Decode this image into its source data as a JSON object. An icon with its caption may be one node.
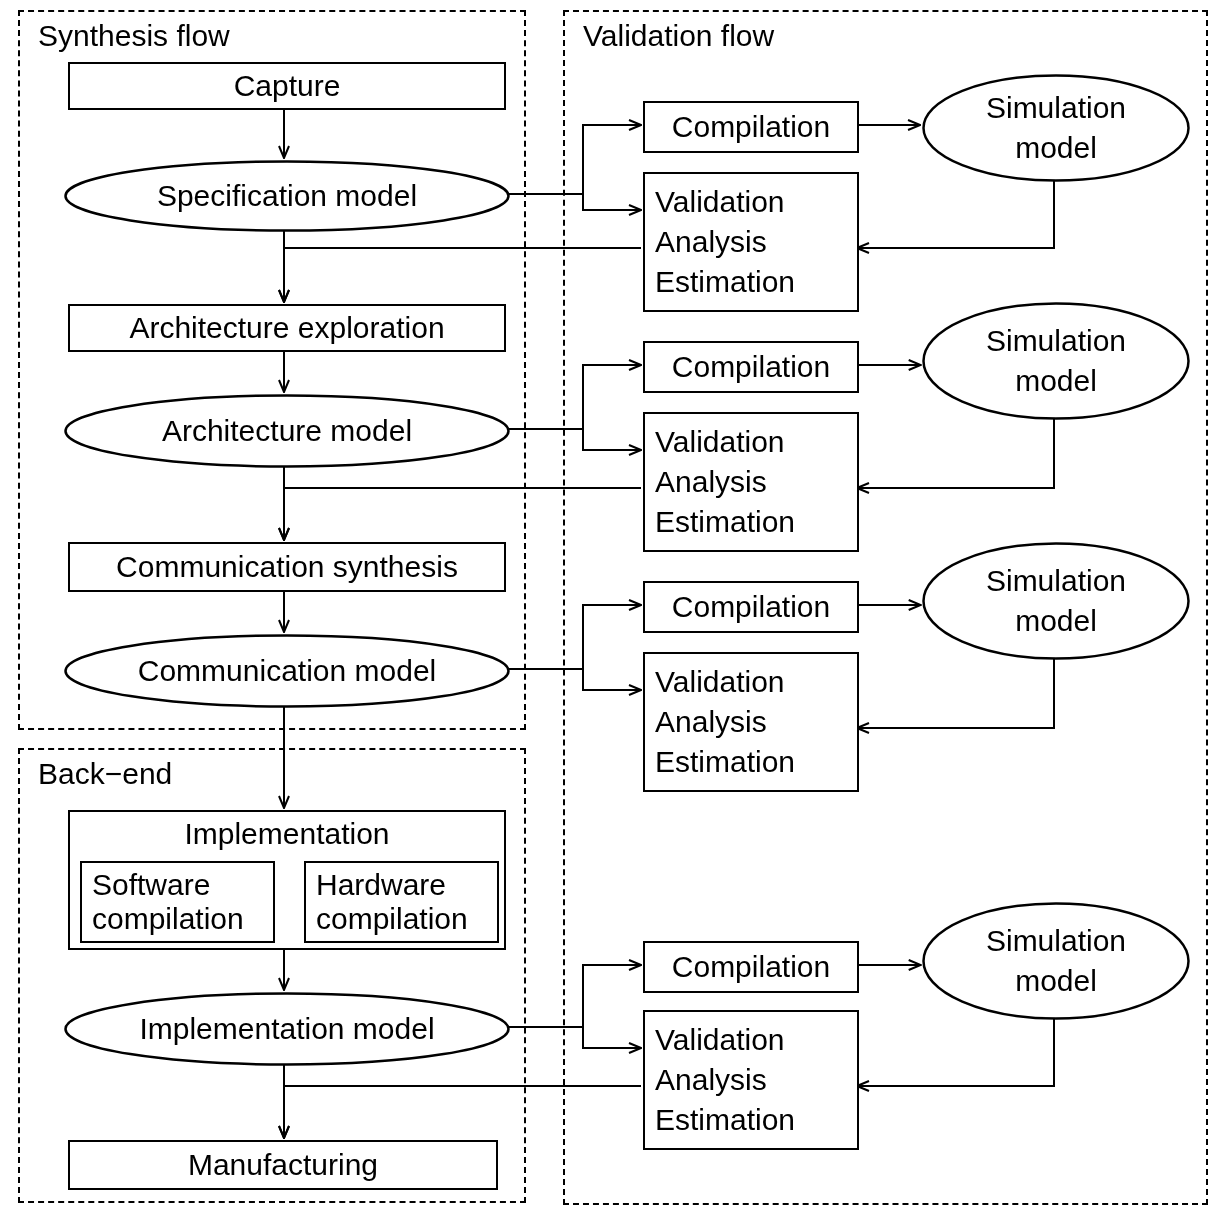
{
  "diagram": {
    "nodes": [
      {
        "text": [
          "Synthesis flow"
        ]
      },
      {
        "text": [
          "Capture"
        ],
        "in": 0
      },
      {
        "text": [
          "Specification model"
        ],
        "in": 0
      },
      {
        "text": [
          "Architecture exploration"
        ],
        "in": 0
      },
      {
        "text": [
          "Architecture model"
        ],
        "in": 0
      },
      {
        "text": [
          "Communication synthesis"
        ],
        "in": 0
      },
      {
        "text": [
          "Communication model"
        ],
        "in": 0
      },
      {
        "text": [
          "Back−end"
        ]
      },
      {
        "text": [
          "Implementation"
        ],
        "in": 7
      },
      {
        "text": [
          "Software compilation"
        ],
        "in": 8
      },
      {
        "text": [
          "Hardware compilation"
        ],
        "in": 8
      },
      {
        "text": [
          "Implementation model"
        ],
        "in": 7
      },
      {
        "text": [
          "Manufacturing"
        ],
        "in": 7
      },
      {
        "text": [
          "Validation flow"
        ]
      },
      {
        "text": [
          "Compilation"
        ],
        "in": 13
      },
      {
        "text": [
          "Validation Analysis Estimation"
        ],
        "in": 13
      },
      {
        "text": [
          "Simulation model"
        ],
        "in": 13
      },
      {
        "text": [
          "Compilation"
        ],
        "in": 13
      },
      {
        "text": [
          "Validation Analysis Estimation"
        ],
        "in": 13
      },
      {
        "text": [
          "Simulation model"
        ],
        "in": 13
      },
      {
        "text": [
          "Compilation"
        ],
        "in": 13
      },
      {
        "text": [
          "Validation Analysis Estimation"
        ],
        "in": 13
      },
      {
        "text": [
          "Simulation model"
        ],
        "in": 13
      },
      {
        "text": [
          "Compilation"
        ],
        "in": 13
      },
      {
        "text": [
          "Validation Analysis Estimation"
        ],
        "in": 13
      },
      {
        "text": [
          "Simulation model"
        ],
        "in": 13
      }
    ],
    "edges": [
      {
        "from": 1,
        "to": 2,
        "arrow": "to"
      },
      {
        "from": 2,
        "to": 3,
        "arrow": "to"
      },
      {
        "from": 15,
        "to": 3,
        "arrow": "to"
      },
      {
        "from": 2,
        "to": 14,
        "arrow": "to"
      },
      {
        "from": 2,
        "to": 15,
        "arrow": "to"
      },
      {
        "from": 14,
        "to": 16,
        "arrow": "to"
      },
      {
        "from": 16,
        "to": 15,
        "arrow": "to"
      },
      {
        "from": 3,
        "to": 4,
        "arrow": "to"
      },
      {
        "from": 4,
        "to": 5,
        "arrow": "to"
      },
      {
        "from": 18,
        "to": 5,
        "arrow": "to"
      },
      {
        "from": 4,
        "to": 17,
        "arrow": "to"
      },
      {
        "from": 4,
        "to": 18,
        "arrow": "to"
      },
      {
        "from": 17,
        "to": 19,
        "arrow": "to"
      },
      {
        "from": 19,
        "to": 18,
        "arrow": "to"
      },
      {
        "from": 5,
        "to": 6,
        "arrow": "to"
      },
      {
        "from": 6,
        "to": 8,
        "arrow": "to"
      },
      {
        "from": 6,
        "to": 20,
        "arrow": "to"
      },
      {
        "from": 6,
        "to": 21,
        "arrow": "to"
      },
      {
        "from": 20,
        "to": 22,
        "arrow": "to"
      },
      {
        "from": 22,
        "to": 21,
        "arrow": "to"
      },
      {
        "from": 8,
        "to": 11,
        "arrow": "to"
      },
      {
        "from": 11,
        "to": 12,
        "arrow": "to"
      },
      {
        "from": 24,
        "to": 12,
        "arrow": "to"
      },
      {
        "from": 11,
        "to": 23,
        "arrow": "to"
      },
      {
        "from": 11,
        "to": 24,
        "arrow": "to"
      },
      {
        "from": 23,
        "to": 25,
        "arrow": "to"
      },
      {
        "from": 25,
        "to": 24,
        "arrow": "to"
      }
    ]
  }
}
